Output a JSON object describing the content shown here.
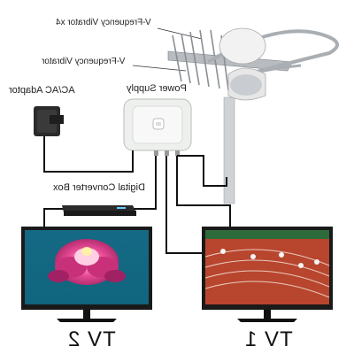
{
  "labels": {
    "vibrator4": "V-Frequency Vibrator x4",
    "vibrator": "V-Frequency Vibrator",
    "adaptor": "AC/AC Adaptor",
    "power_supply": "Power Supply",
    "converter": "Digital Converter Box",
    "tv2": "TV 2",
    "tv1": "TV 1"
  },
  "colors": {
    "cable": "#111111",
    "antenna_metal": "#9aa0a6",
    "power_supply_body": "#eef0ee",
    "tv_frame": "#1a1a1a",
    "flower_bg": "#0e6f86",
    "flower_petals": "#e23d89",
    "track": "#b8452e"
  },
  "icons": {
    "antenna": "antenna-icon",
    "adaptor": "ac-adaptor-icon",
    "power_supply": "power-supply-icon",
    "converter": "converter-box-icon",
    "tv": "tv-icon"
  }
}
